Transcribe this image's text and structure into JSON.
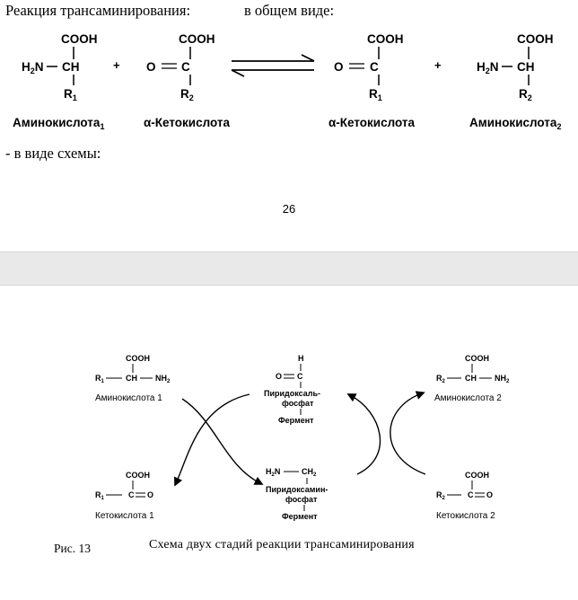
{
  "top": {
    "heading": "Реакция трансаминирования:",
    "subheading": "в общем виде:",
    "scheme_intro": "- в виде схемы:",
    "page_number": "26"
  },
  "reaction": {
    "cooh": "COOH",
    "h2n": "H",
    "h2n_sub": "2",
    "h2n_tail": "N",
    "ch": "CH",
    "c": "C",
    "o": "O",
    "r": "R",
    "r1_sub": "1",
    "r2_sub": "2",
    "plus": "+",
    "label_amino1_main": "Аминокислота",
    "label_amino1_sub": "1",
    "label_keto_left": "α-Кетокислота",
    "label_keto_right": "α-Кетокислота",
    "label_amino2_main": "Аминокислота",
    "label_amino2_sub": "2"
  },
  "figure": {
    "cooh": "COOH",
    "r1": "R",
    "r_sub1": "1",
    "r_sub2": "2",
    "ch": "CH",
    "nh2": "NH",
    "nh2_sub": "2",
    "c_eq_o": "C",
    "o": "O",
    "amino1": "Аминокислота 1",
    "keto1": "Кетокислота 1",
    "amino2": "Аминокислота 2",
    "keto2": "Кетокислота 2",
    "h": "H",
    "plp_line1": "Пиридоксаль-",
    "plp_line2": "фосфат",
    "enzyme": "Фермент",
    "pmp_h2n": "H",
    "pmp_h2n_sub": "2",
    "pmp_n": "N",
    "pmp_ch2": "CH",
    "pmp_ch2_sub": "2",
    "pmp_line1": "Пиридоксамин-",
    "pmp_line2": "фосфат"
  },
  "caption": {
    "number": "Рис. 13",
    "title": "Схема двух стадий реакции трансаминирования"
  }
}
